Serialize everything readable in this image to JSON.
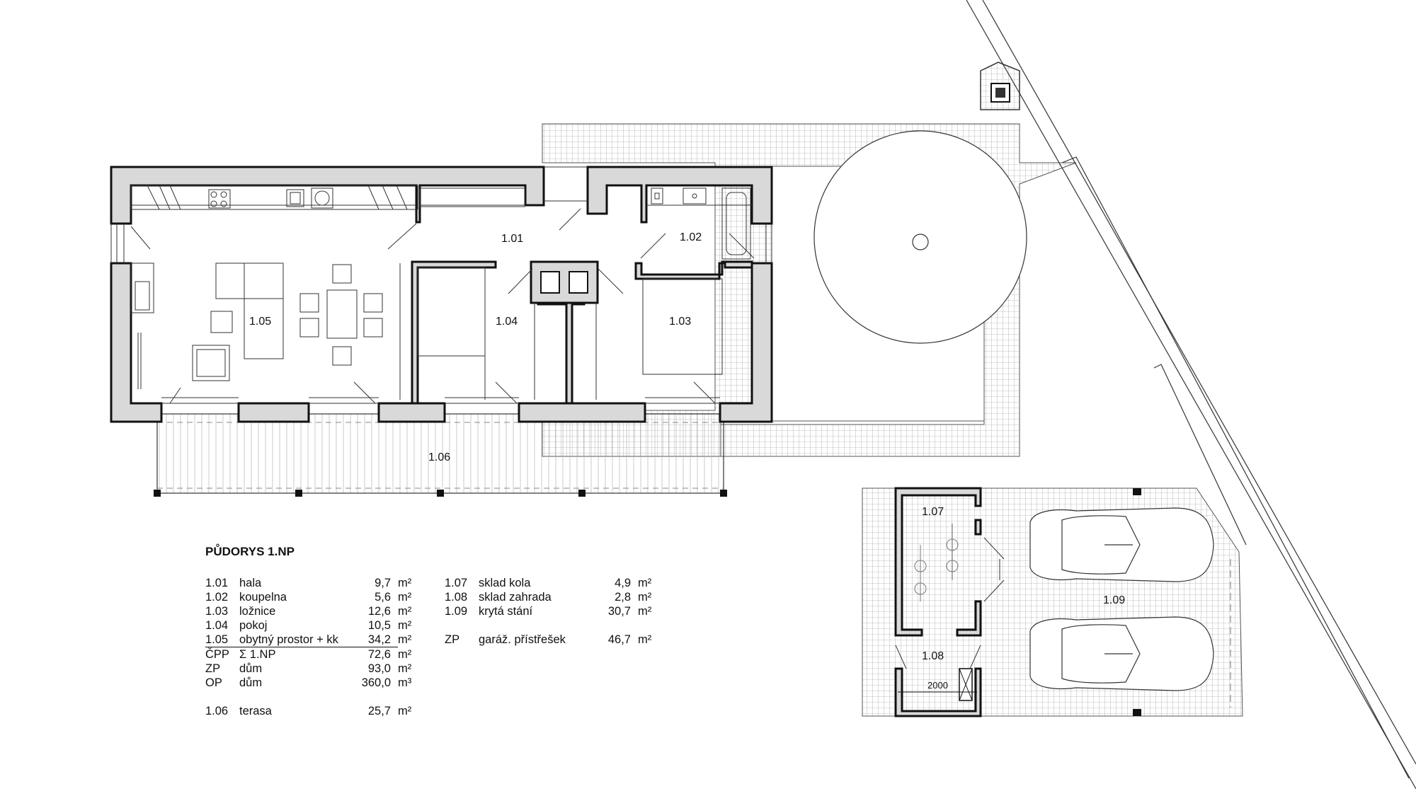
{
  "title": "PŮDORYS 1.NP",
  "rooms": [
    {
      "code": "1.01",
      "name": "hala",
      "area": "9,7",
      "unit": "m²"
    },
    {
      "code": "1.02",
      "name": "koupelna",
      "area": "5,6",
      "unit": "m²"
    },
    {
      "code": "1.03",
      "name": "ložnice",
      "area": "12,6",
      "unit": "m²"
    },
    {
      "code": "1.04",
      "name": "pokoj",
      "area": "10,5",
      "unit": "m²"
    },
    {
      "code": "1.05",
      "name": "obytný prostor + kk",
      "area": "34,2",
      "unit": "m²"
    }
  ],
  "totals": [
    {
      "code": "ČPP",
      "name": "Σ 1.NP",
      "area": "72,6",
      "unit": "m²"
    },
    {
      "code": "ZP",
      "name": "dům",
      "area": "93,0",
      "unit": "m²"
    },
    {
      "code": "OP",
      "name": "dům",
      "area": "360,0",
      "unit": "m³"
    }
  ],
  "terrace": {
    "code": "1.06",
    "name": "terasa",
    "area": "25,7",
    "unit": "m²"
  },
  "garage_rooms": [
    {
      "code": "1.07",
      "name": "sklad kola",
      "area": "4,9",
      "unit": "m²"
    },
    {
      "code": "1.08",
      "name": "sklad zahrada",
      "area": "2,8",
      "unit": "m²"
    },
    {
      "code": "1.09",
      "name": "krytá stání",
      "area": "30,7",
      "unit": "m²"
    }
  ],
  "garage_total": {
    "code": "ZP",
    "name": "garáž. přístřešek",
    "area": "46,7",
    "unit": "m²"
  },
  "plan_labels": {
    "r101": "1.01",
    "r102": "1.02",
    "r103": "1.03",
    "r104": "1.04",
    "r105": "1.05",
    "r106": "1.06",
    "r107": "1.07",
    "r108": "1.08",
    "r109": "1.09",
    "dim": "2000"
  },
  "colors": {
    "wall_fill": "#d9d9d9",
    "line": "#111111",
    "grid": "#9a9a9a"
  }
}
